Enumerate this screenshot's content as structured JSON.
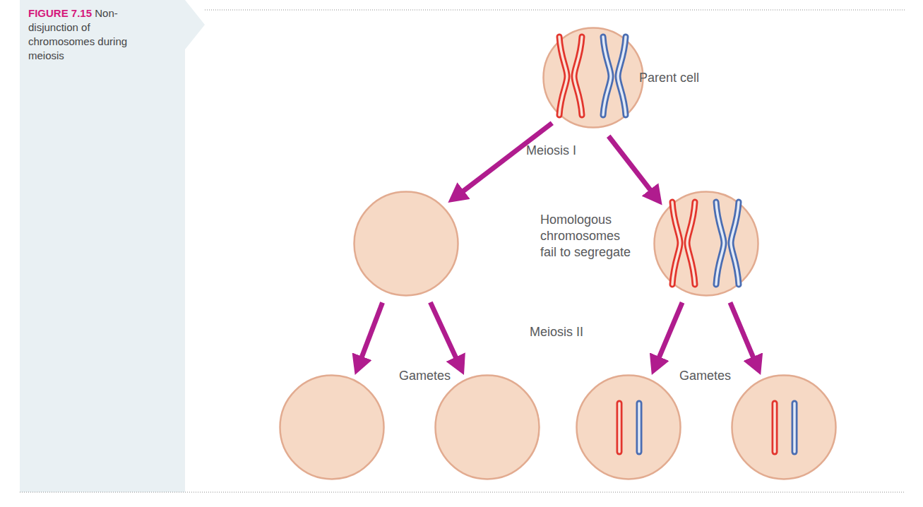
{
  "diagram": {
    "title": "FIGURE 7.15",
    "caption": "Non-disjunction of chromosomes during meiosis",
    "nodes": [
      {
        "text": [
          "Parent cell"
        ]
      },
      {
        "text": []
      },
      {
        "text": [
          "Homologous chromosomes fail to segregate"
        ]
      },
      {
        "text": []
      },
      {
        "text": []
      },
      {
        "text": []
      },
      {
        "text": []
      }
    ],
    "edges": [
      {
        "from": 0,
        "to": 1,
        "arrow": "to"
      },
      {
        "from": 0,
        "to": 2,
        "arrow": "to"
      },
      {
        "from": 1,
        "to": 3,
        "arrow": "to"
      },
      {
        "from": 1,
        "to": 4,
        "arrow": "to"
      },
      {
        "from": 2,
        "to": 5,
        "arrow": "to"
      },
      {
        "from": 2,
        "to": 6,
        "arrow": "to"
      }
    ],
    "labels": [
      "Meiosis I",
      "Meiosis II",
      "Gametes",
      "Gametes"
    ]
  }
}
